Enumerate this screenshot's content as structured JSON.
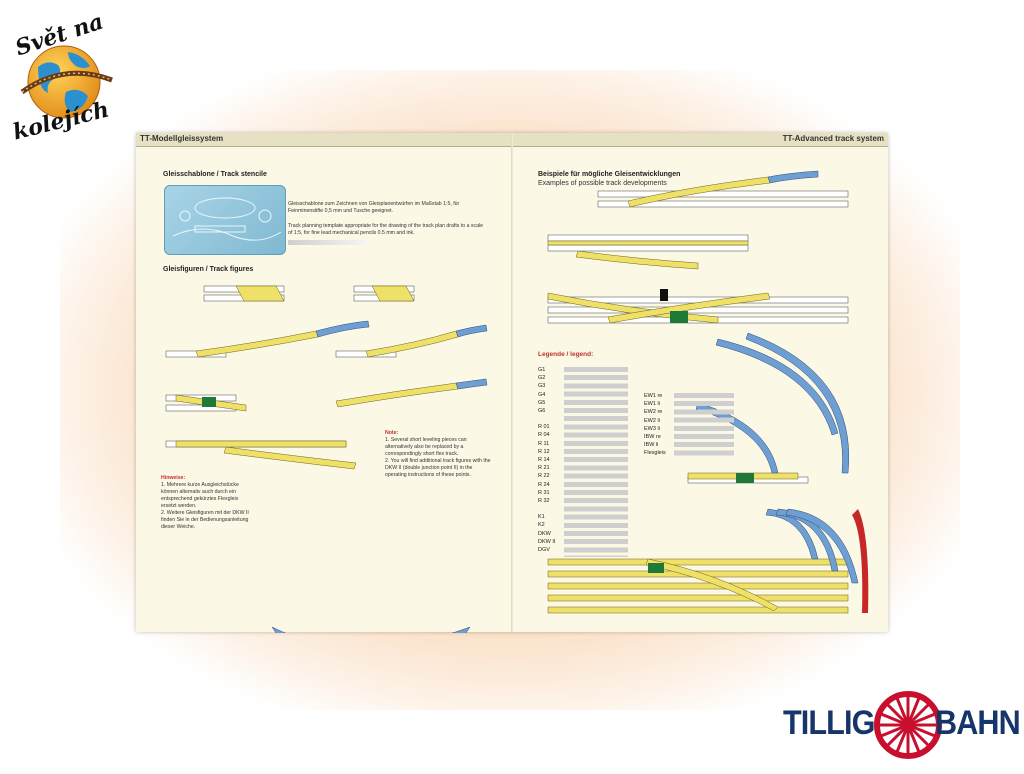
{
  "brand_top": {
    "line1": "Svět na",
    "line2": "kolejích"
  },
  "brand_bottom": {
    "left": "TILLIG",
    "right": "BAHN"
  },
  "colors": {
    "track_yellow": "#efe067",
    "track_blue": "#6f9fd2",
    "track_green": "#1f7a3a",
    "track_red": "#c62828",
    "page_bg": "#fbf8e6"
  },
  "page": {
    "header_left": "TT-Modellgleissystem",
    "header_right": "TT-Advanced track system",
    "stencil": {
      "heading": "Gleisschablone / Track stencile",
      "de_text": "Gleisschablone zum Zeichnen von Gleisplanentwürfen im Maßstab 1:5, für Feinminenstifte 0,5 mm und Tusche geeignet.",
      "en_text": "Track planning template appropriate for the drawing of the track plan drafts to a scale of 1:5, for fine lead mechanical pencils 0.5 mm and ink."
    },
    "figures_heading": "Gleisfiguren / Track figures",
    "hinweise": {
      "title": "Hinweise:",
      "item1": "1. Mehrere kurze Ausgleichstücke können alternativ auch durch ein entsprechend gekürztes Flexgleis ersetzt werden.",
      "item2": "2. Weitere Gleisfiguren mit der DKW II finden Sie in der Bedienungsanleitung dieser Weiche."
    },
    "note": {
      "title": "Note:",
      "item1": "1. Several short leveling pieces can alternatively also be replaced by a correspondingly short flex track.",
      "item2": "2. You will find additional track figures with the DKW II (double junction point II) in the operating instructions of these points."
    },
    "examples_heading": "Beispiele für mögliche Gleisentwicklungen",
    "examples_sub": "Examples of possible track developments",
    "legend_title": "Legende / legend:",
    "legend_left": [
      "G1",
      "G2",
      "G3",
      "G4",
      "G5",
      "G6",
      "",
      "R 01",
      "R 04",
      "R 11",
      "R 12",
      "R 14",
      "R 21",
      "R 22",
      "R 24",
      "R 31",
      "R 32",
      "",
      "K1",
      "K2",
      "DKW",
      "DKW II",
      "DGV"
    ],
    "legend_right": [
      "EW1 re",
      "EW1 li",
      "EW2 re",
      "EW2 li",
      "EW3 li",
      "IBW re",
      "IBW li",
      "Flexgleis"
    ]
  }
}
